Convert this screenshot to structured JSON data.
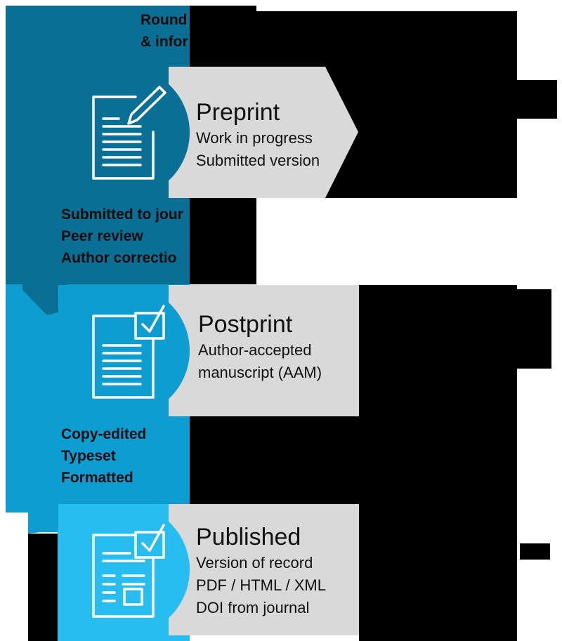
{
  "colors": {
    "preprint_band": "#0a6f94",
    "postprint_band": "#0e9dd0",
    "published_band": "#27bdf0",
    "card": "#d9d9d9",
    "icon_stroke": "#ffffff",
    "text": "#111111",
    "redaction": "#000000"
  },
  "header_note": {
    "lines": [
      "Round",
      "& infor"
    ]
  },
  "stages": [
    {
      "title": "Preprint",
      "lines": [
        "Work in progress",
        "Submitted version"
      ],
      "icon": "document-pencil-icon"
    },
    {
      "title": "Postprint",
      "lines": [
        "Author-accepted",
        "manuscript (AAM)"
      ],
      "icon": "document-checkbox-icon"
    },
    {
      "title": "Published",
      "lines": [
        "Version of record",
        "PDF / HTML / XML",
        "DOI from journal"
      ],
      "icon": "formatted-document-checkbox-icon"
    }
  ],
  "transitions": [
    {
      "lines": [
        "Submitted to jour",
        "Peer review",
        "Author correctio"
      ]
    },
    {
      "lines": [
        "Copy-edited",
        "Typeset",
        "Formatted"
      ]
    }
  ]
}
